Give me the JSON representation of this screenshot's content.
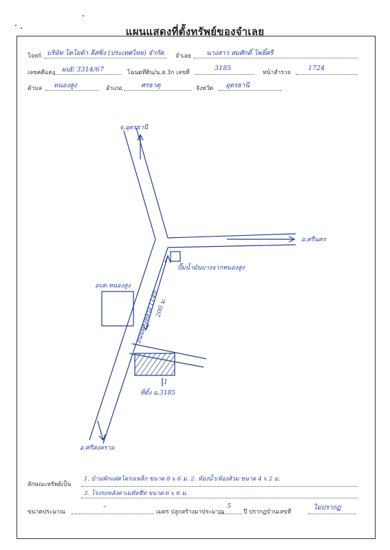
{
  "title": "แผนแสดงที่ตั้งทรัพย์ของจำเลย",
  "header": {
    "plaintiff_label": "โจทก์",
    "plaintiff_value": "บริษัท โตโยต้า ลีสซิ่ง (ประเทศไทย) จำกัด",
    "defendant_label": "จำเลย",
    "defendant_value": "นางสาว สมศักดิ์ โพธิ์ศรี",
    "case_label": "เลขคดีแดง",
    "case_value": "ผบE 3314/67",
    "deed_label": "โฉนดที่ดิน/น.ส.3ก เลขที่",
    "deed_value": "3185",
    "page_label": "หน้าสำรวจ",
    "page_value": "1724",
    "subdistrict_label": "ตำบล",
    "subdistrict_value": "หนองสูง",
    "district_label": "อำเภอ",
    "district_value": "ศรธาตุ",
    "province_label": "จังหวัด",
    "province_value": "อุดรธานี"
  },
  "map": {
    "north_road": "จ.อุดรธานี",
    "east_road": "อ.ศรีนคร",
    "south_road": "อ.ศรีสงคราม",
    "main_road": "ถนนทางหลวง 1149",
    "school_label": "อบต.หนองสูง",
    "ref_marker_label": "ปั๊มน้ำมันบางจากหนองสูง",
    "distance_label": "200 ม.",
    "plot_label": "ที่ตั้ง ฉ.3185",
    "plot_number": "1"
  },
  "footer": {
    "desc_label": "ลักษณะทรัพย์เป็น",
    "desc_line1": "1. บ้านพักแฝดโครงเหล็ก ขนาด 8 x 6 ม. 2. ห้องน้ำ/ห้องส้วม ขนาด 4 x 2 ม.",
    "desc_line2": "3. โรงรถหลังคาเมทัลชีท ขนาด 6 x 6 ม.",
    "size_label": "ขนาดประมาณ",
    "size_value": "–",
    "meter_label": "เมตร ปลูกสร้างมาประมาณ",
    "years_value": "5",
    "year_label": "ปี ปรากฏบ้านเลขที่",
    "house_no_value": "ไม่ปรากฏ"
  },
  "colors": {
    "ink": "#2a45a8",
    "print": "#333333",
    "road": "#1e3c8c"
  }
}
